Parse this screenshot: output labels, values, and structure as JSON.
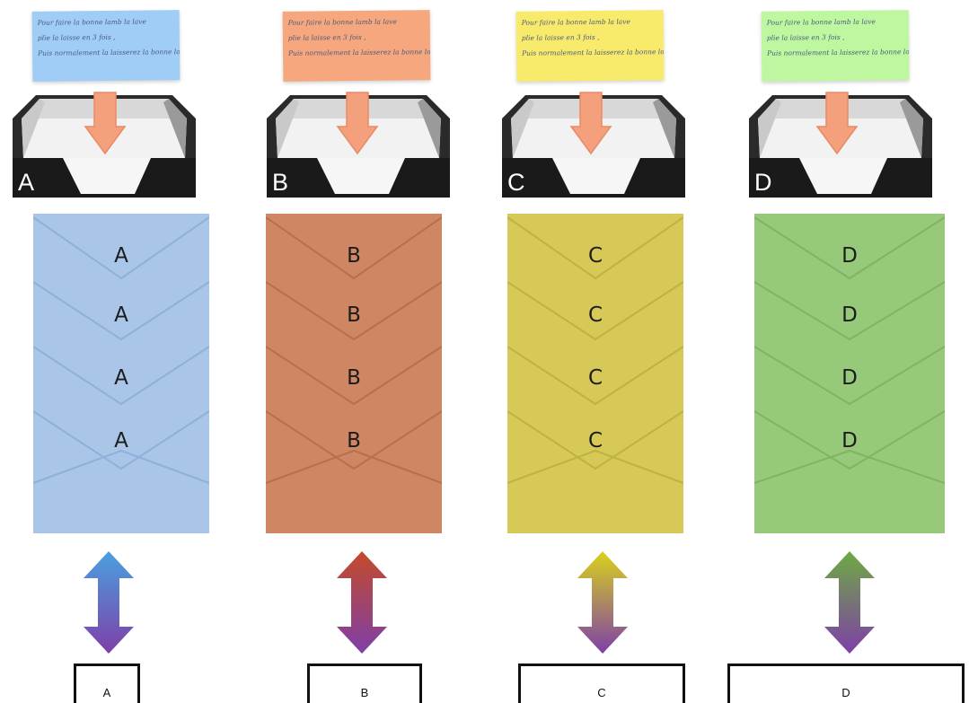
{
  "note_lines": [
    "Pour faire   la  bonne  lamb  la  lave",
    "plie  la  laisse  en  3 fois ,",
    "Puis  normalement  la  laisserez  la  bonne  longueur"
  ],
  "columns": [
    {
      "letter": "A",
      "note_color": "#9fcdf6",
      "env_color": "#a9c6e9",
      "env_fold": "#93b3da",
      "arrow_top": "#4aa0e0",
      "arrow_bottom": "#7e3fa8",
      "label": "A"
    },
    {
      "letter": "B",
      "note_color": "#f6a77d",
      "env_color": "#cf8763",
      "env_fold": "#bd7553",
      "arrow_top": "#c44a2a",
      "arrow_bottom": "#7e3fa8",
      "label": "B"
    },
    {
      "letter": "C",
      "note_color": "#f8eb6c",
      "env_color": "#d6c957",
      "env_fold": "#c4b746",
      "arrow_top": "#d9d21c",
      "arrow_bottom": "#7e3fa8",
      "label": "C"
    },
    {
      "letter": "D",
      "note_color": "#bff7a0",
      "env_color": "#97c97b",
      "env_fold": "#86b86a",
      "arrow_top": "#6eaa42",
      "arrow_bottom": "#7e3fa8",
      "label": "D"
    }
  ],
  "down_arrow_color": "#f4a07c"
}
